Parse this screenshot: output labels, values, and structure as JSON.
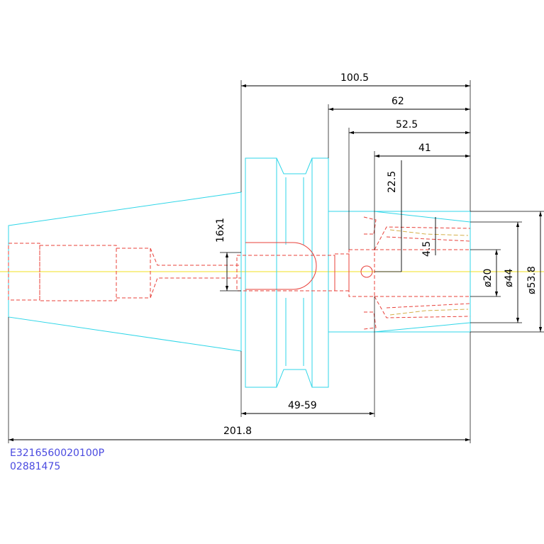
{
  "dimensions": {
    "d100_5": "100.5",
    "d62": "62",
    "d52_5": "52.5",
    "d41": "41",
    "d22_5": "22.5",
    "d16x1": "16x1",
    "d4_5": "4.5",
    "d20": "ø20",
    "d44": "ø44",
    "d53_8": "ø53.8",
    "d49_59": "49-59",
    "d201_8": "201.8"
  },
  "part": {
    "code": "E3216560020100P",
    "number": "02881475"
  },
  "colors": {
    "outline": "#2fd6e8",
    "hidden": "#e8403a",
    "centerline": "#f0e020",
    "dimension": "#000000",
    "text_code": "#4a4ae0"
  }
}
